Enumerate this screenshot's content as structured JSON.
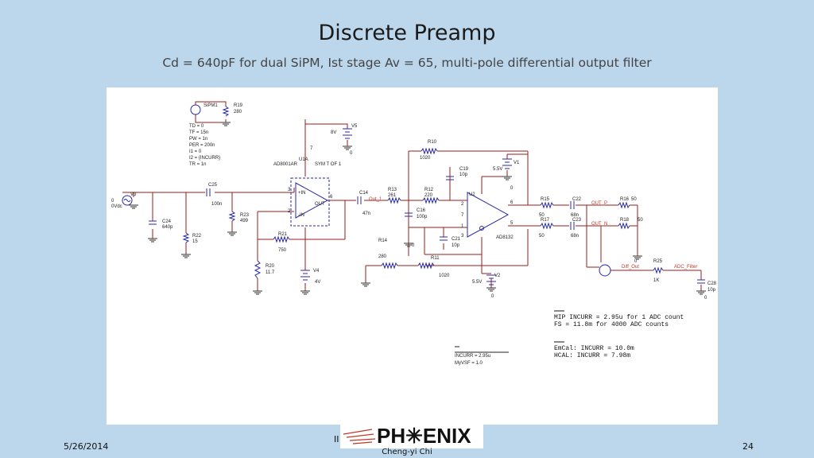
{
  "slide": {
    "title": "Discrete Preamp",
    "subtitle": "Cd = 640pF for dual SiPM, Ist stage Av = 65, multi-pole differential output filter",
    "footer_date": "5/26/2014",
    "footer_left_fragment": "II",
    "footer_author": "Cheng-yi Chi",
    "slide_number": "24",
    "logo_text": "PH✳ENIX"
  },
  "schematic": {
    "labels": {
      "sipm1": "SiPM1",
      "r19": "R19",
      "r19v": "280",
      "td": "TD = 0",
      "tf": "TF = 15n",
      "pw": "PW = 1n",
      "per": "PER = 200n",
      "i1": "I1 = 0",
      "i2": "I2 = {INCURR}",
      "tr": "TR = 1n",
      "v5": "V5",
      "v5v": "8V",
      "seven": "7",
      "u1a": "U1A",
      "ad8001": "AD8001AR",
      "sym": "SYM T OF 1",
      "v3": "V3",
      "v3z": "0",
      "vdc": "0Vdc",
      "c25": "C25",
      "c25v": "100n",
      "pin3": "3",
      "pin2": "2",
      "pin6": "6",
      "pinin_p": "+IN",
      "pinin_n": "-IN",
      "out": "OUT",
      "c24": "C24",
      "c24v": "640p",
      "r22": "R22",
      "r22v": "15",
      "r23": "R23",
      "r23v": "499",
      "r21": "R21",
      "r21v": "750",
      "r20": "R20",
      "r20v": "11.7",
      "v4": "V4",
      "v4v": "4V",
      "c14": "C14",
      "c14v": "47n",
      "out1": "Out_1",
      "r13": "R13",
      "r13v": "261",
      "r10": "R10",
      "r10v": "1020",
      "c19": "C19",
      "c19v": "10p",
      "r12": "R12",
      "r12v": "220",
      "c16": "C16",
      "c16v": "100p",
      "v1": "V1",
      "v1v": "5.5V",
      "u2": "U2",
      "ad8132": "AD8132",
      "c21": "C21",
      "c21v": "10p",
      "r14": "R14",
      "r14v": "280",
      "r11": "R11",
      "r11v": "1020",
      "v2": "V2",
      "v2v": "5.5V",
      "r15": "R15",
      "r15v": "50",
      "r17": "R17",
      "r17v": "50",
      "c22": "C22",
      "c22v": "68n",
      "c23": "C23",
      "c23v": "68n",
      "outp": "OUT_P",
      "outn": "OUT_N",
      "r16": "R16",
      "r16v": "50",
      "r18": "R18",
      "r18v": "50",
      "diffout": "Diff_Out",
      "r25": "R25",
      "r25v": "1K",
      "adcf": "ADC_Filter",
      "c28": "C28",
      "c28v": "10p",
      "zero": "0",
      "p8": "8",
      "p5": "5",
      "p1": "1",
      "p6": "6",
      "p7": "7",
      "p2": "2",
      "p3": "3"
    },
    "notes": {
      "mip": "MIP INCURR = 2.95u for 1 ADC count",
      "fs": "FS = 11.8m for 4000 ADC counts",
      "emcal": "EmCal: INCURR = 10.0m",
      "hcal": "HCAL: INCURR = 7.98m",
      "param1": "INCURR = 2.95u",
      "param2": "MyVSF = 1.0"
    }
  },
  "colors": {
    "wire": "#9a1b1b",
    "component": "#2a2aa8",
    "label": "#222222",
    "background": "#bcd7ec"
  }
}
